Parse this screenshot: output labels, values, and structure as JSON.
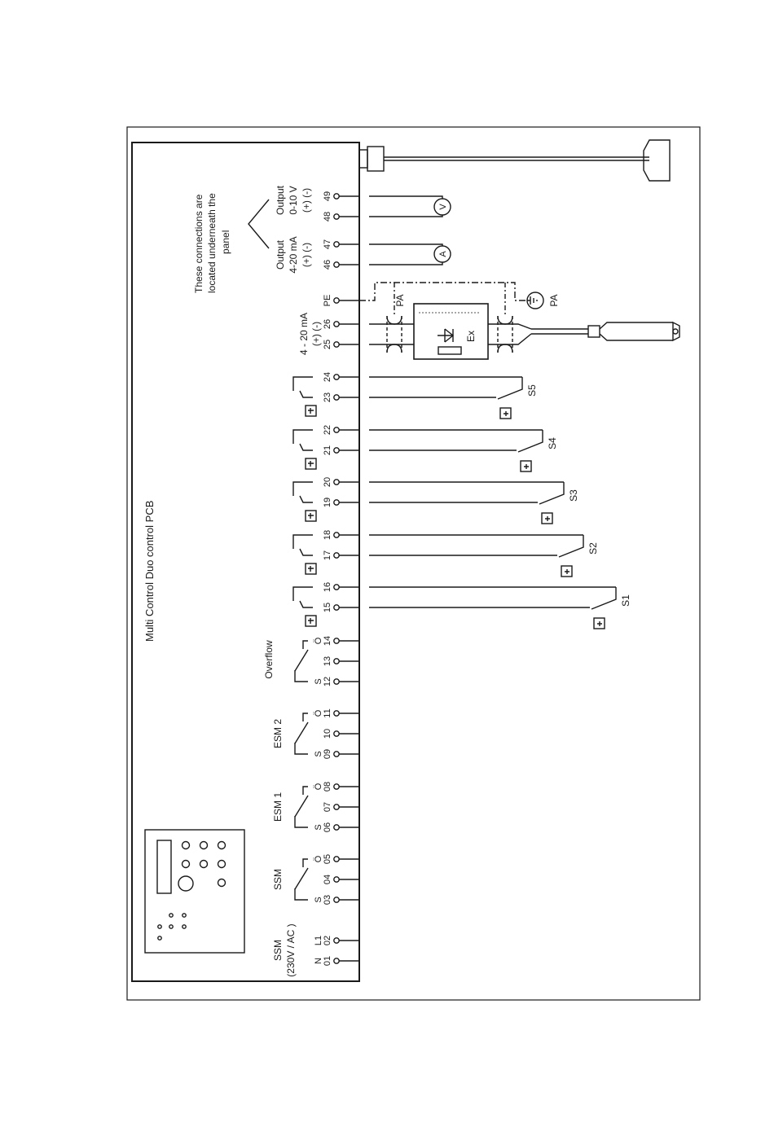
{
  "pcb_title": "Multi Control Duo control PCB",
  "note": [
    "These connections are",
    "located underneath the",
    "panel"
  ],
  "groups": {
    "ssm_power": [
      "SSM",
      "(230V / AC )"
    ],
    "ssm": "SSM",
    "esm1": "ESM 1",
    "esm2": "ESM 2",
    "overflow": "Overflow",
    "analog_input": [
      "4 - 20 mA",
      "(+) (-)"
    ],
    "output_ma": [
      "Output",
      "4-20 mA",
      "(+) (-)"
    ],
    "output_v": [
      "Output",
      "0-10 V",
      "(+) (-)"
    ]
  },
  "letters": {
    "n": "N",
    "l1": "L1",
    "s": "S",
    "o": "Ö",
    "pe": "PE",
    "pa": "PA",
    "ex": "Ex",
    "ammeter": "A",
    "voltmeter": "V"
  },
  "terminals": [
    "01",
    "02",
    "03",
    "04",
    "05",
    "06",
    "07",
    "08",
    "09",
    "10",
    "11",
    "12",
    "13",
    "14",
    "15",
    "16",
    "17",
    "18",
    "19",
    "20",
    "21",
    "22",
    "23",
    "24",
    "25",
    "26",
    "46",
    "47",
    "48",
    "49"
  ],
  "switches": [
    "S1",
    "S2",
    "S3",
    "S4",
    "S5"
  ],
  "colors": {
    "line": "#1a1a1a",
    "background": "#ffffff"
  }
}
